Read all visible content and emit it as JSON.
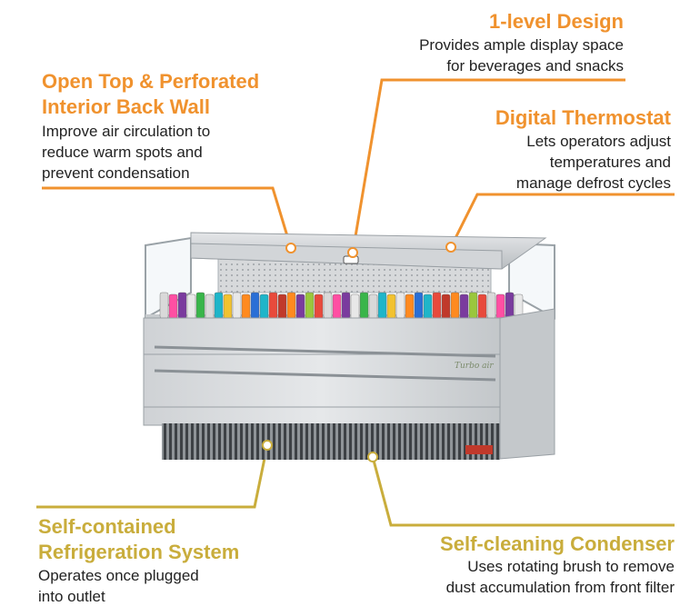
{
  "callouts": {
    "one_level": {
      "title": "1-level Design",
      "desc": "Provides ample display space\nfor beverages and snacks",
      "color": "#f0922e"
    },
    "open_top": {
      "title": "Open Top & Perforated\nInterior Back Wall",
      "desc": "Improve air circulation to\nreduce warm spots and\nprevent condensation",
      "color": "#f0922e"
    },
    "thermostat": {
      "title": "Digital Thermostat",
      "desc": "Lets operators adjust\ntemperatures and\nmanage defrost cycles",
      "color": "#f0922e"
    },
    "refrigeration": {
      "title": "Self-contained\nRefrigeration System",
      "desc": "Operates once plugged\ninto outlet",
      "color": "#c9ad3c"
    },
    "condenser": {
      "title": "Self-cleaning Condenser",
      "desc": "Uses rotating brush to remove\ndust accumulation from front filter",
      "color": "#c9ad3c"
    }
  },
  "product": {
    "brand_logo_text": "Turbo air",
    "can_colors": [
      "#d9d9d9",
      "#2a6fd6",
      "#7a3b9e",
      "#f2c230",
      "#e84a3c",
      "#39b54a",
      "#ff8a1f",
      "#ff4fa3",
      "#1fb5c9",
      "#9ac73d",
      "#e8e8e8",
      "#c0392b"
    ]
  }
}
